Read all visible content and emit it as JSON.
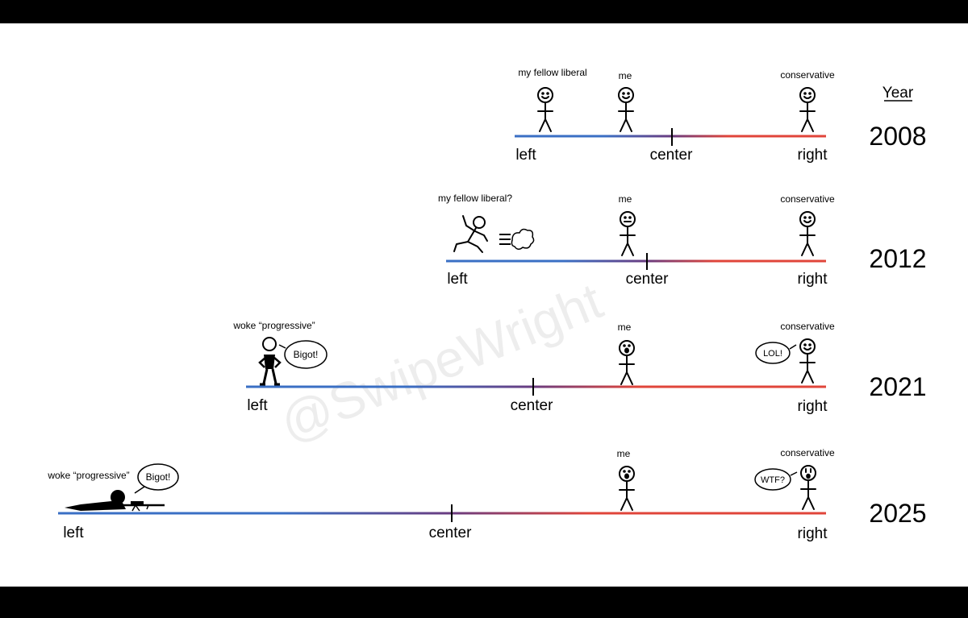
{
  "colors": {
    "left": "#3a6fc4",
    "mid": "#6a3c80",
    "right": "#e0453a",
    "background": "#ffffff",
    "frame": "#000000"
  },
  "header": {
    "year_label": "Year"
  },
  "watermark": "@SwipeWright",
  "rows": [
    {
      "year": "2008",
      "axis": {
        "left": "left",
        "center": "center",
        "right": "right"
      },
      "figures": [
        {
          "label": "my fellow liberal",
          "face": "smile"
        },
        {
          "label": "me",
          "face": "smile"
        },
        {
          "label": "conservative",
          "face": "smile"
        }
      ]
    },
    {
      "year": "2012",
      "axis": {
        "left": "left",
        "center": "center",
        "right": "right"
      },
      "figures": [
        {
          "label": "my fellow liberal?",
          "face": "running"
        },
        {
          "label": "me",
          "face": "neutral"
        },
        {
          "label": "conservative",
          "face": "smile"
        }
      ]
    },
    {
      "year": "2021",
      "axis": {
        "left": "left",
        "center": "center",
        "right": "right"
      },
      "figures": [
        {
          "label": "woke “progressive”",
          "face": "angry",
          "speech": "Bigot!"
        },
        {
          "label": "me",
          "face": "surprised"
        },
        {
          "label": "conservative",
          "face": "smile",
          "speech": "LOL!"
        }
      ]
    },
    {
      "year": "2025",
      "axis": {
        "left": "left",
        "center": "center",
        "right": "right"
      },
      "figures": [
        {
          "label": "woke “progressive”",
          "face": "prone-with-rifle",
          "speech": "Bigot!"
        },
        {
          "label": "me",
          "face": "surprised"
        },
        {
          "label": "conservative",
          "face": "shocked",
          "speech": "WTF?"
        }
      ]
    }
  ]
}
